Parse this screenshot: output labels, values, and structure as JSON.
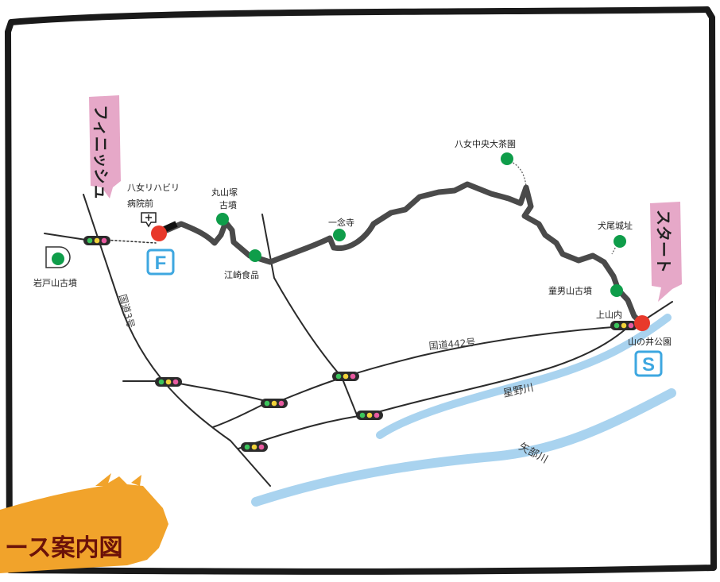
{
  "callouts": {
    "finish": "フィニッシュ",
    "start": "スタート"
  },
  "banner": {
    "title": "ース案内図"
  },
  "markers": {
    "finish_letter": "F",
    "start_letter": "S"
  },
  "places": {
    "rehab_line1": "八女リハビリ",
    "rehab_line2": "病院前",
    "maruyama_line1": "丸山塚",
    "maruyama_line2": "古墳",
    "ezaki": "江崎食品",
    "ichinenji": "一念寺",
    "chaen": "八女中央大茶園",
    "inuo": "犬尾城址",
    "doonan": "童男山古墳",
    "kamiyamauchi": "上山内",
    "yamanoi": "山の井公園",
    "iwatoyama": "岩戸山古墳"
  },
  "roads": {
    "route442": "国道442号",
    "route3": "国道3号"
  },
  "rivers": {
    "hoshino": "星野川",
    "yabe": "矢部川"
  },
  "colors": {
    "course": "#4a4a4a",
    "road": "#2b2b2b",
    "river": "#a9d3ef",
    "spot": "#0f9d4a",
    "point": "#e8392b",
    "callout": "#e6a8c8",
    "marker": "#3ea7e0",
    "banner": "#f1a32b"
  }
}
